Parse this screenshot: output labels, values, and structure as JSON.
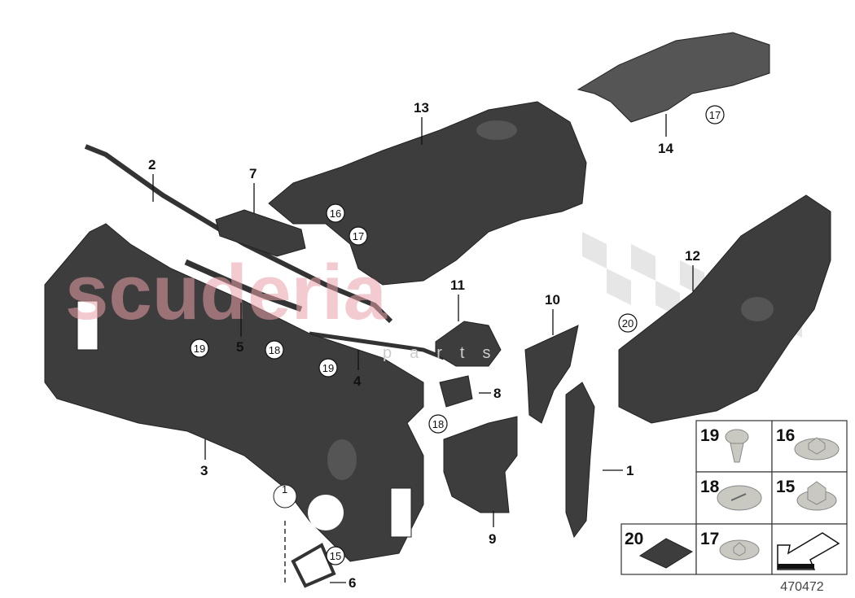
{
  "diagram_id": "470472",
  "watermark": {
    "brand": "scuderia",
    "sub": "parts"
  },
  "callouts": [
    {
      "label": "1"
    },
    {
      "label": "2"
    },
    {
      "label": "3"
    },
    {
      "label": "4"
    },
    {
      "label": "5"
    },
    {
      "label": "6"
    },
    {
      "label": "7"
    },
    {
      "label": "8"
    },
    {
      "label": "9"
    },
    {
      "label": "10"
    },
    {
      "label": "11"
    },
    {
      "label": "12"
    },
    {
      "label": "13"
    },
    {
      "label": "14"
    }
  ],
  "circled": [
    {
      "label": "16"
    },
    {
      "label": "17"
    },
    {
      "label": "17"
    },
    {
      "label": "18"
    },
    {
      "label": "18"
    },
    {
      "label": "19"
    },
    {
      "label": "19"
    },
    {
      "label": "20"
    },
    {
      "label": "15"
    }
  ],
  "part_mark": "1",
  "legend": [
    {
      "label": "19",
      "item": "clip"
    },
    {
      "label": "16",
      "item": "flange-nut"
    },
    {
      "label": "18",
      "item": "screw"
    },
    {
      "label": "15",
      "item": "hex-nut"
    },
    {
      "label": "20",
      "item": "pad"
    },
    {
      "label": "17",
      "item": "nut"
    }
  ],
  "colors": {
    "parts": "#3d3d3d",
    "watermark": "#e8a0a8",
    "fasteners": "#c9c9c2"
  }
}
